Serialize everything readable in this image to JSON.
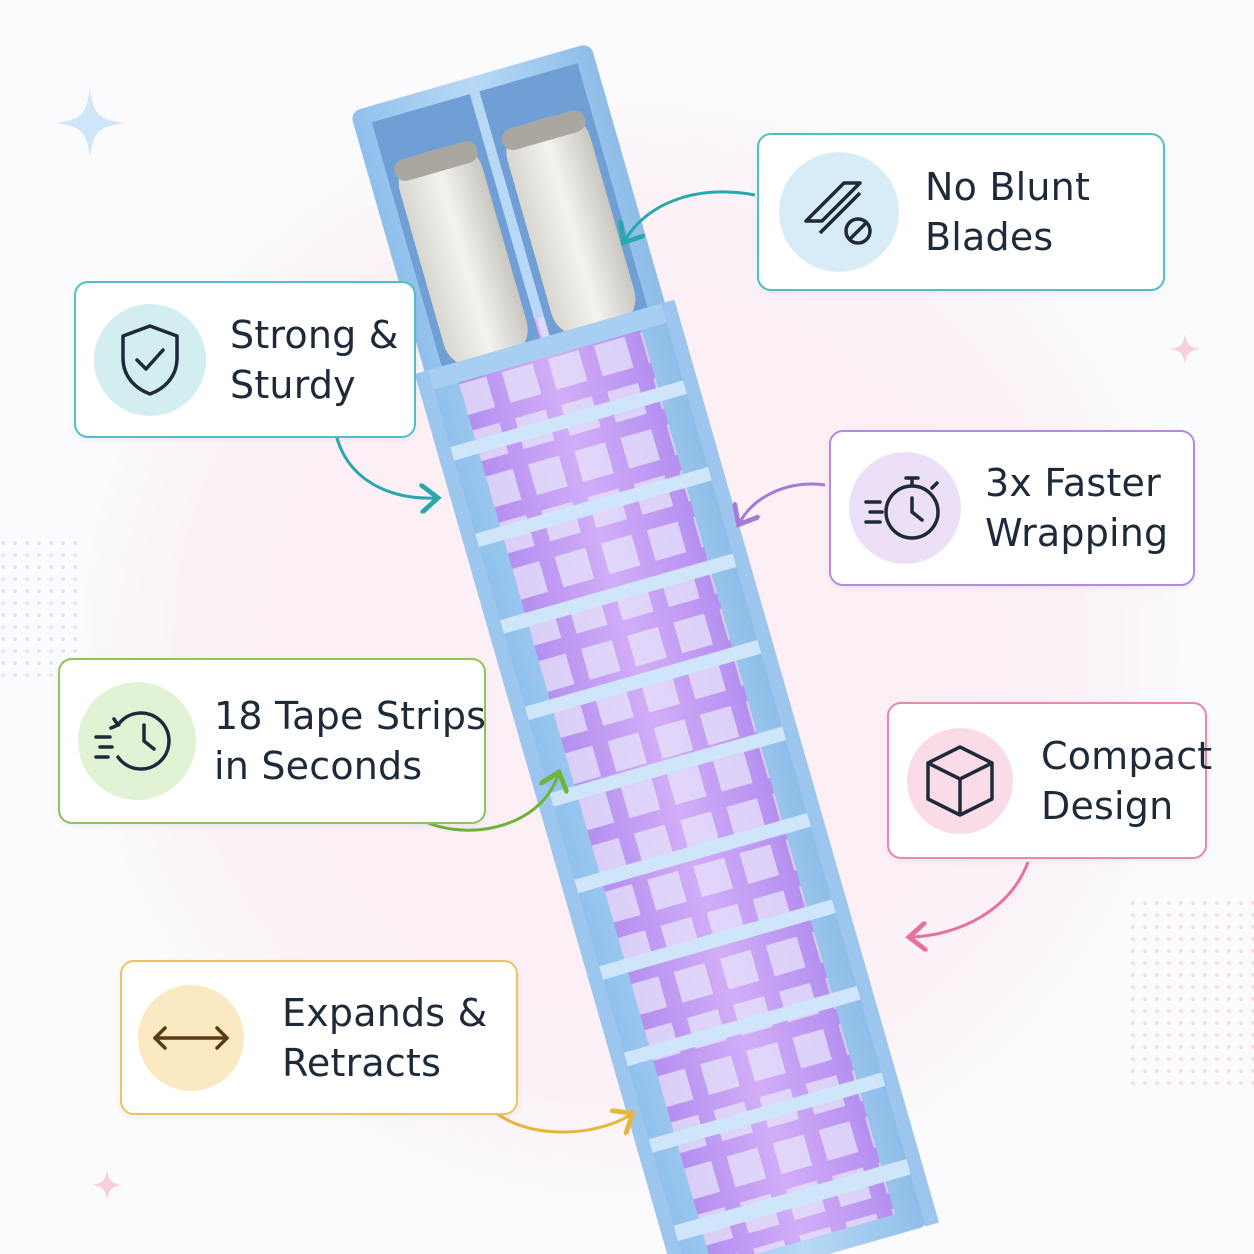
{
  "features": [
    {
      "id": "no-blunt-blades",
      "line1": "No Blunt",
      "line2": "Blades",
      "icon": "blade-slash-icon",
      "color": "#2fb3b8"
    },
    {
      "id": "strong-sturdy",
      "line1": "Strong &",
      "line2": "Sturdy",
      "icon": "shield-check-icon",
      "color": "#2fb3b8"
    },
    {
      "id": "faster-wrapping",
      "line1": "3x Faster",
      "line2": "Wrapping",
      "icon": "stopwatch-icon",
      "color": "#a57ad8"
    },
    {
      "id": "tape-strips",
      "line1": "18 Tape Strips",
      "line2": "in Seconds",
      "icon": "clock-speed-icon",
      "color": "#7bbd4a"
    },
    {
      "id": "compact-design",
      "line1": "Compact",
      "line2": "Design",
      "icon": "cube-icon",
      "color": "#e86fa0"
    },
    {
      "id": "expands-retracts",
      "line1": "Expands &",
      "line2": "Retracts",
      "icon": "double-arrow-icon",
      "color": "#e6b63c"
    }
  ]
}
